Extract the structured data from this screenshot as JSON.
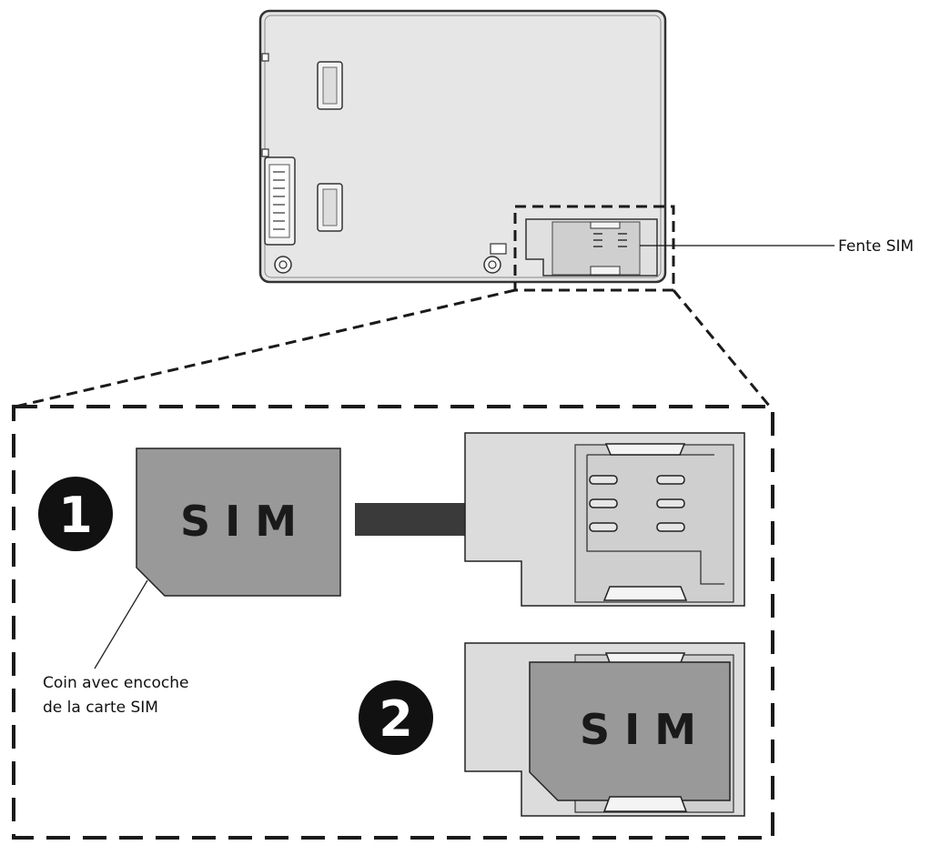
{
  "callouts": {
    "sim_slot": "Fente SIM",
    "notch_line1": "Coin avec encoche",
    "notch_line2": "de la carte SIM"
  },
  "steps": {
    "step1": "1",
    "step2": "2"
  },
  "sim_card": {
    "label1": "S I M",
    "label2": "S I M"
  },
  "colors": {
    "device_fill": "#e6e6e6",
    "sim_fill": "#999999",
    "slot_fill": "#d2d2d2",
    "arrow_fill": "#3a3a3a",
    "badge_fill": "#111111"
  }
}
